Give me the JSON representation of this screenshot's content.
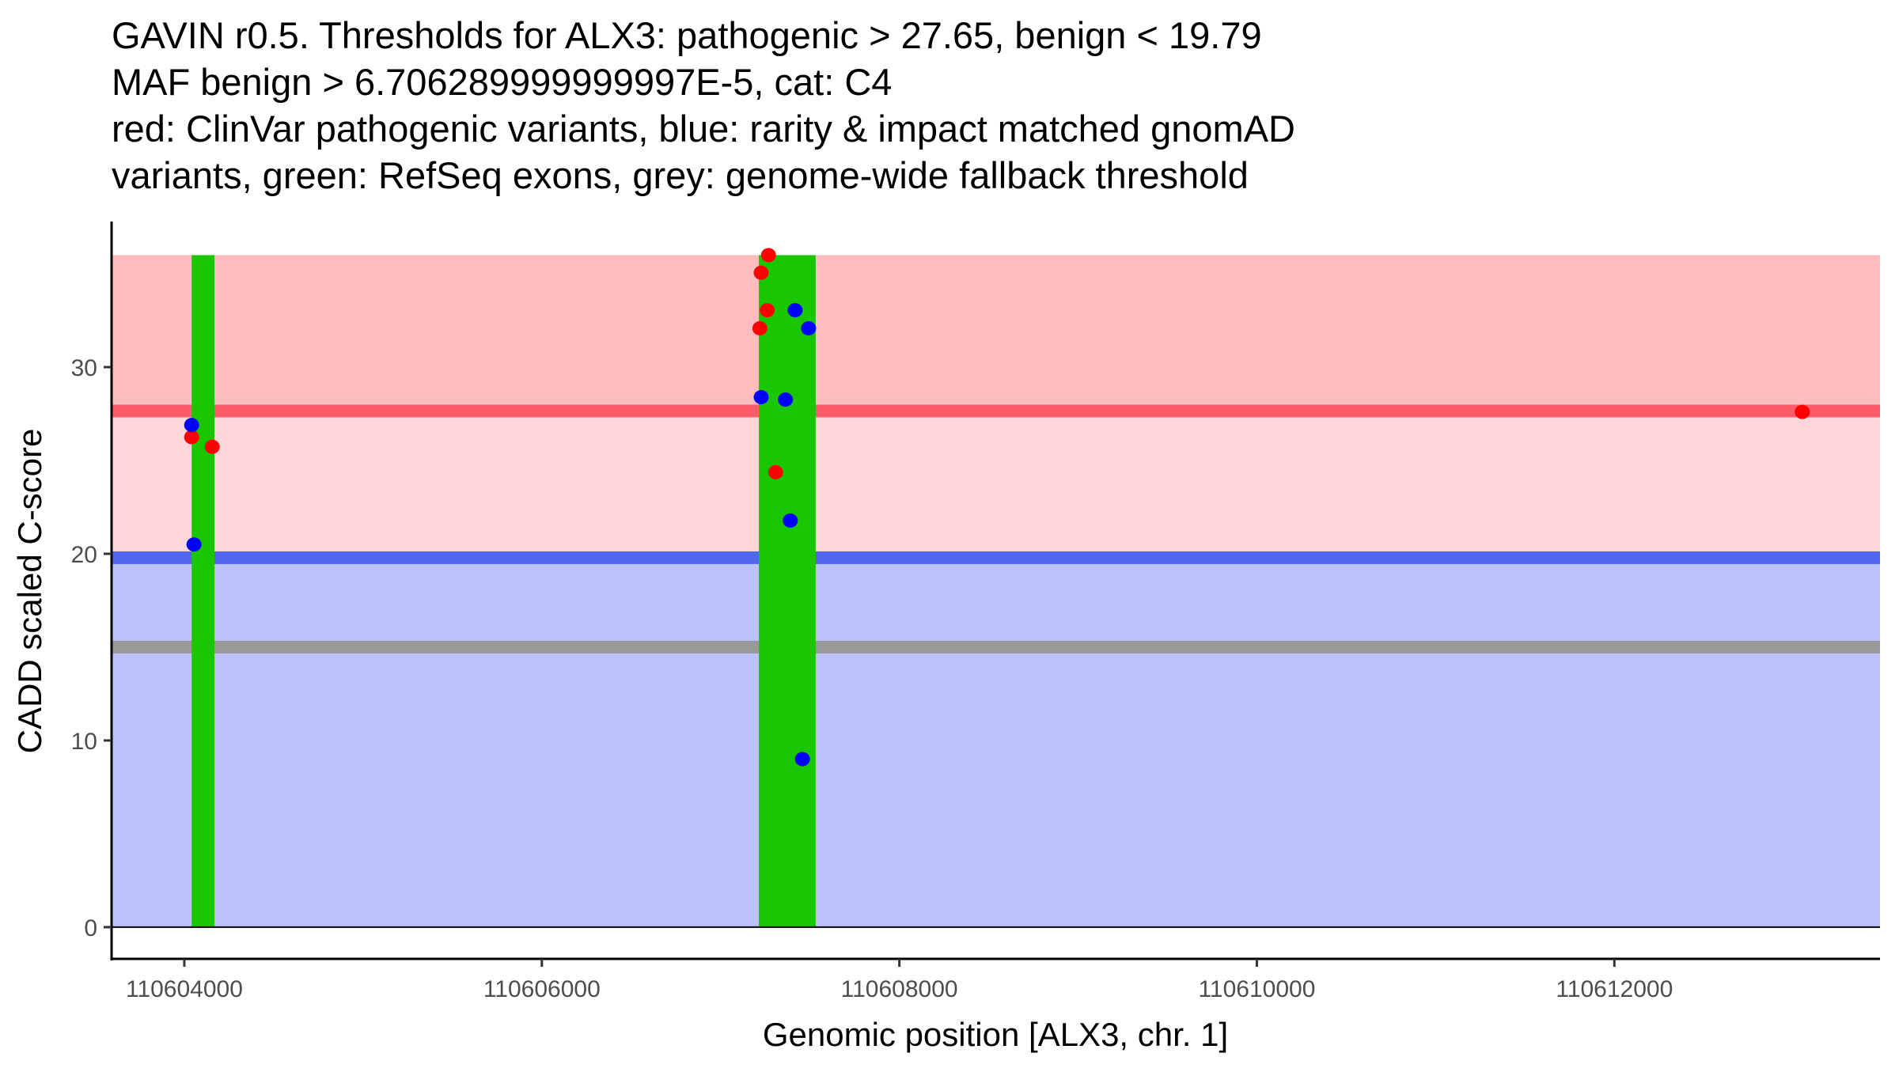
{
  "chart_data": {
    "type": "scatter",
    "title_lines": [
      "GAVIN r0.5. Thresholds for ALX3: pathogenic > 27.65, benign < 19.79",
      "MAF benign > 6.706289999999997E-5, cat: C4",
      "red: ClinVar pathogenic variants, blue: rarity & impact matched gnomAD",
      "variants, green: RefSeq exons, grey: genome-wide fallback threshold"
    ],
    "xlabel": "Genomic position [ALX3, chr. 1]",
    "ylabel": "CADD scaled C-score",
    "xlim": [
      110603593,
      110613486
    ],
    "ylim": [
      -1.7,
      37.8
    ],
    "x_ticks": [
      110604000,
      110606000,
      110608000,
      110610000,
      110612000
    ],
    "x_tick_labels": [
      "110604000",
      "110606000",
      "110608000",
      "110610000",
      "110612000"
    ],
    "y_ticks": [
      0,
      10,
      20,
      30
    ],
    "y_tick_labels": [
      "0",
      "10",
      "20",
      "30"
    ],
    "grid": false,
    "thresholds": {
      "pathogenic": 27.65,
      "benign": 19.79,
      "fallback": 15.0,
      "band_top": 36.0
    },
    "exons": [
      [
        110604041,
        110604169
      ],
      [
        110607214,
        110607532
      ]
    ],
    "colors": {
      "pathogenic_band": "#ffbcc1",
      "mid_band": "#ffd6db",
      "benign_band": "#bcc1fa",
      "pathogenic_line": "#ff5a6a",
      "benign_line": "#5067f2",
      "fallback_line": "#999999",
      "exon": "#1ac600",
      "clinvar": "#ff0000",
      "gnomad": "#0000ff"
    },
    "series": [
      {
        "name": "ClinVar pathogenic",
        "color": "red",
        "x": [
          110607268,
          110607227,
          110607261,
          110607220,
          110607308,
          110604041,
          110604156,
          110613051
        ],
        "y": [
          36.0,
          35.06,
          33.05,
          32.08,
          24.37,
          26.25,
          25.73,
          27.6
        ]
      },
      {
        "name": "gnomAD matched",
        "color": "blue",
        "x": [
          110607417,
          110607492,
          110607227,
          110607363,
          110607390,
          110607458,
          110604041,
          110604054
        ],
        "y": [
          33.05,
          32.08,
          28.39,
          28.26,
          21.78,
          9.0,
          26.9,
          20.5
        ]
      }
    ]
  }
}
